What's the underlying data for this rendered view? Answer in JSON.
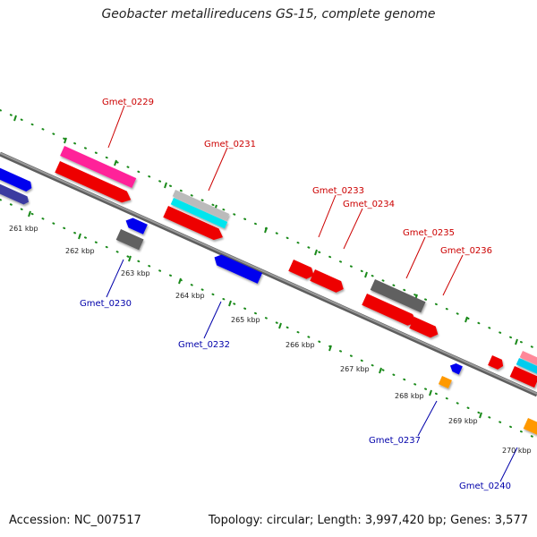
{
  "title": "Geobacter metallireducens GS-15, complete genome",
  "footer": {
    "accession": "Accession: NC_007517",
    "summary": "Topology: circular; Length: 3,997,420 bp; Genes: 3,577"
  },
  "colors": {
    "backbone": "#888888",
    "ticks": "#1a8a1a",
    "label_forward": "#cc0000",
    "label_reverse": "#0000aa"
  },
  "kbp_labels": [
    "261 kbp",
    "262 kbp",
    "263 kbp",
    "264 kbp",
    "265 kbp",
    "266 kbp",
    "267 kbp",
    "268 kbp",
    "269 kbp",
    "270 kbp"
  ],
  "gene_labels": [
    "Gmet_0229",
    "Gmet_0230",
    "Gmet_0231",
    "Gmet_0232",
    "Gmet_0233",
    "Gmet_0234",
    "Gmet_0235",
    "Gmet_0236",
    "Gmet_0237",
    "Gmet_0240"
  ]
}
